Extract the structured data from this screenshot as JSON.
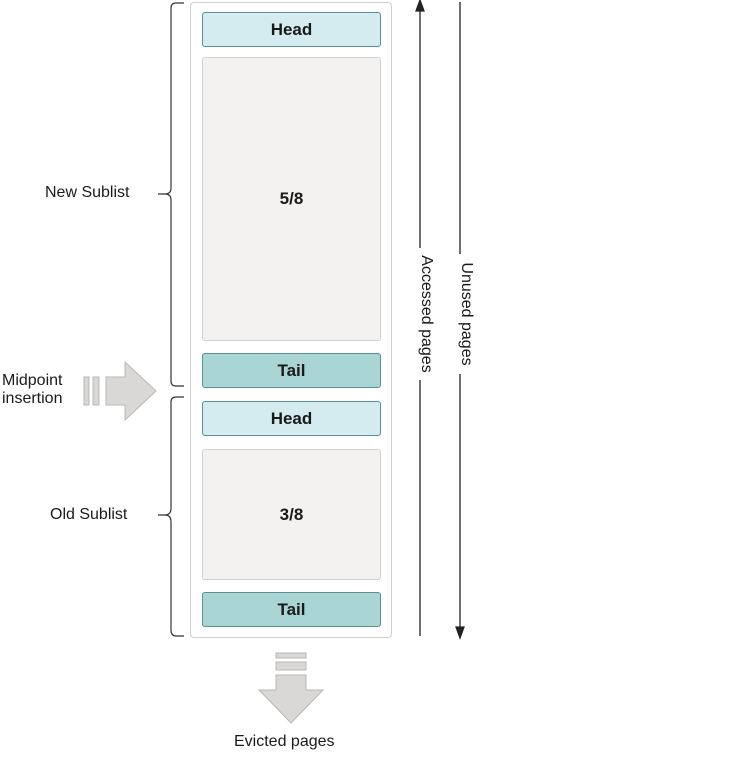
{
  "buffer_pool": {
    "new_sublist": {
      "head": "Head",
      "body": "5/8",
      "tail": "Tail"
    },
    "old_sublist": {
      "head": "Head",
      "body": "3/8",
      "tail": "Tail"
    }
  },
  "labels": {
    "new_sublist": "New Sublist",
    "old_sublist": "Old Sublist",
    "midpoint_line1": "Midpoint",
    "midpoint_line2": "insertion",
    "evicted": "Evicted pages",
    "accessed": "Accessed pages",
    "unused": "Unused pages"
  }
}
